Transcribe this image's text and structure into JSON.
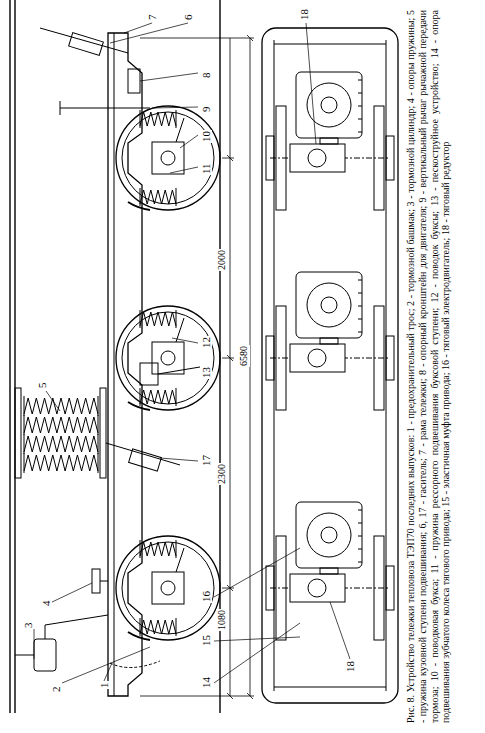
{
  "diagram": {
    "caption": "Рис. 8. Устройство тележки тепловоза ТЭП70 последних выпусков: 1 - предохранительный трос; 2 - тормозной башмак; 3 - тормозной цилиндр; 4 - опоры пружины; 5 - пружина кузовной ступени подвешивания; 6, 17 - гаситель; 7 - рама тележки; 8 - опорный кронштейн для двигателя; 9 - вертикальный рычаг рычажной передачи тормоза; 10 - поводковая букса; 11 - пружина рессорного подвешивания буксовой ступени; 12 - поводок буксы; 13 - пескоструйное устройство; 14 - опора подвешивания зубчатого колеса тягового привода; 15 - эластичная муфта привода; 16 - тяговый электродвигатель; 18 - тяговый редуктор",
    "labels": [
      "1",
      "2",
      "3",
      "4",
      "5",
      "6",
      "7",
      "8",
      "9",
      "10",
      "11",
      "12",
      "13",
      "14",
      "15",
      "16",
      "17",
      "18",
      "18",
      "1080",
      "2300",
      "2000",
      "6580"
    ]
  }
}
